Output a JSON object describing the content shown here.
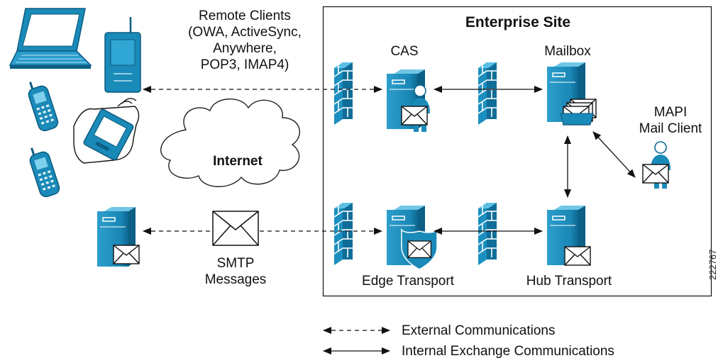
{
  "enterprise": {
    "title": "Enterprise Site"
  },
  "remote_clients": {
    "lines": [
      "Remote Clients",
      "(OWA, ActiveSync,",
      "Anywhere,",
      "POP3, IMAP4)"
    ]
  },
  "nodes": {
    "cas": "CAS",
    "mailbox": "Mailbox",
    "mapi": [
      "MAPI",
      "Mail Client"
    ],
    "edge": "Edge Transport",
    "hub": "Hub Transport",
    "internet": "Internet",
    "smtp": [
      "SMTP",
      "Messages"
    ]
  },
  "legend": {
    "external": "External Communications",
    "internal": "Internal Exchange Communications"
  },
  "figure_id": "222767",
  "colors": {
    "device_blue": "#1a8ab8",
    "device_dark": "#0c5f85",
    "line": "#111111"
  }
}
